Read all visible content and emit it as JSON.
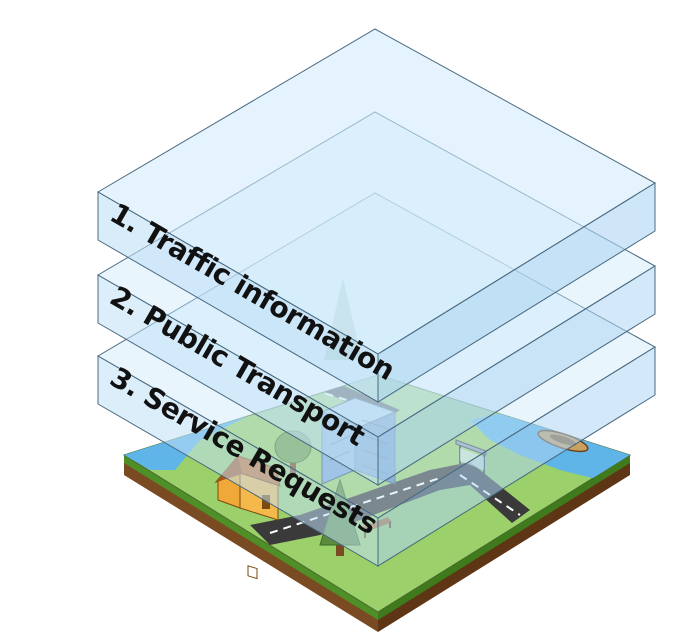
{
  "diagram": {
    "layers": [
      {
        "label": "1. Traffic information"
      },
      {
        "label": "2. Public Transport"
      },
      {
        "label": "3. Service Requests"
      }
    ],
    "colors": {
      "glass_top": "#cfe9fa",
      "glass_left": "#bfe0f6",
      "glass_right": "#aed6f2",
      "glass_edge": "#4a6a80",
      "grass": "#9bd06a",
      "grass_dark": "#5a9a2c",
      "soil": "#7a4a22",
      "water": "#5fb4e8",
      "road": "#3a3a3a",
      "road_line": "#ffffff",
      "house_wall": "#f0a838",
      "house_roof": "#c86a20",
      "building": "#7aa6d4",
      "tree": "#5b8c3e",
      "trunk": "#7a4a22"
    }
  }
}
